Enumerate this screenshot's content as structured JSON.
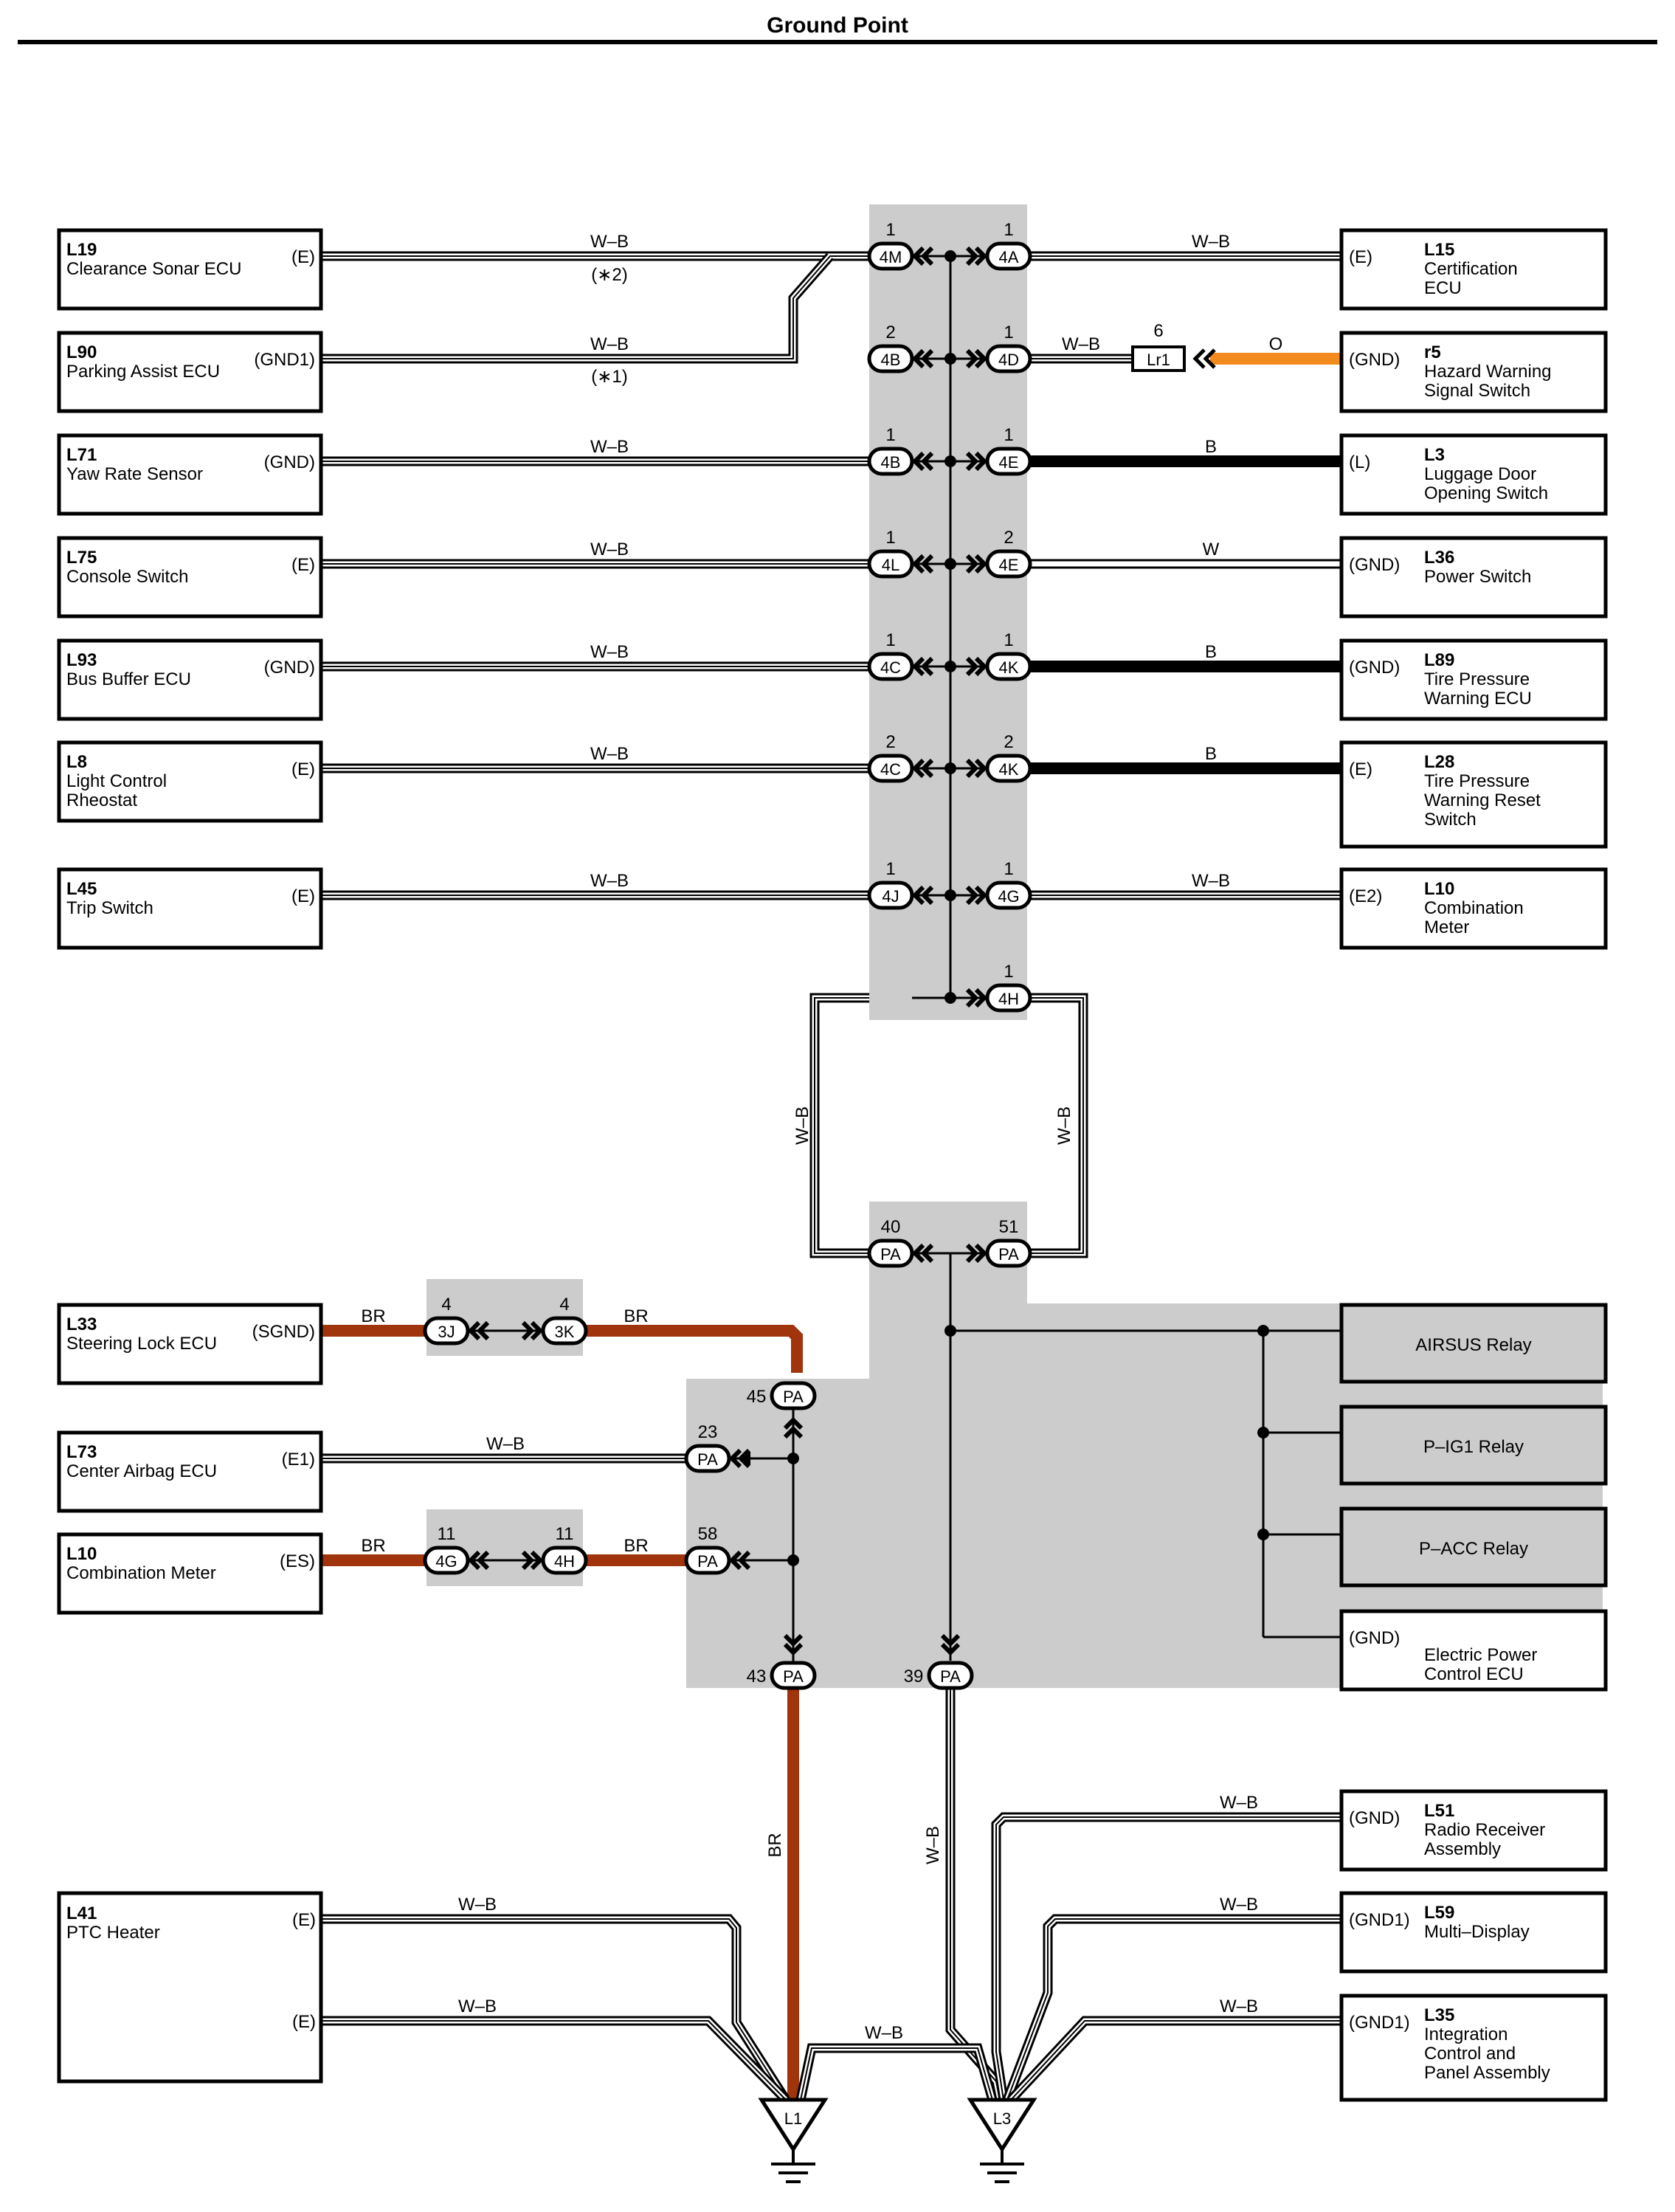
{
  "title": "Ground Point",
  "colors": {
    "wire_W_B": "#ffffff",
    "wire_W": "#ffffff",
    "wire_B": "#000000",
    "wire_BR": "#a0340c",
    "wire_O": "#f28a1e",
    "junction_block": "#cccccc",
    "outline": "#000000"
  },
  "left_components": [
    {
      "code": "L19",
      "name": [
        "Clearance Sonar ECU"
      ],
      "terminal": "(E)",
      "wire": "W–B"
    },
    {
      "code": "L90",
      "name": [
        "Parking Assist ECU"
      ],
      "terminal": "(GND1)",
      "wire": "W–B"
    },
    {
      "code": "L71",
      "name": [
        "Yaw Rate Sensor"
      ],
      "terminal": "(GND)",
      "wire": "W–B"
    },
    {
      "code": "L75",
      "name": [
        "Console Switch"
      ],
      "terminal": "(E)",
      "wire": "W–B"
    },
    {
      "code": "L93",
      "name": [
        "Bus Buffer ECU"
      ],
      "terminal": "(GND)",
      "wire": "W–B"
    },
    {
      "code": "L8",
      "name": [
        "Light Control",
        "Rheostat"
      ],
      "terminal": "(E)",
      "wire": "W–B"
    },
    {
      "code": "L45",
      "name": [
        "Trip Switch"
      ],
      "terminal": "(E)",
      "wire": "W–B"
    },
    {
      "code": "L33",
      "name": [
        "Steering Lock ECU"
      ],
      "terminal": "(SGND)",
      "wire": "BR"
    },
    {
      "code": "L73",
      "name": [
        "Center Airbag ECU"
      ],
      "terminal": "(E1)",
      "wire": "W–B"
    },
    {
      "code": "L10",
      "name": [
        "Combination Meter"
      ],
      "terminal": "(ES)",
      "wire": "BR"
    },
    {
      "code": "L41",
      "name": [
        "PTC Heater"
      ],
      "terminals": [
        "(E)",
        "(E)"
      ],
      "wire": "W–B"
    }
  ],
  "notes": [
    "(∗2)",
    "(∗1)"
  ],
  "right_components": [
    {
      "code": "L15",
      "name": [
        "Certification",
        "ECU"
      ],
      "terminal": "(E)",
      "wire": "W–B"
    },
    {
      "code": "r5",
      "name": [
        "Hazard Warning",
        "Signal Switch"
      ],
      "terminal": "(GND)",
      "wire": "O"
    },
    {
      "code": "L3",
      "name": [
        "Luggage Door",
        "Opening Switch"
      ],
      "terminal": "(L)",
      "wire": "B"
    },
    {
      "code": "L36",
      "name": [
        "Power Switch"
      ],
      "terminal": "(GND)",
      "wire": "W"
    },
    {
      "code": "L89",
      "name": [
        "Tire Pressure",
        "Warning ECU"
      ],
      "terminal": "(GND)",
      "wire": "B"
    },
    {
      "code": "L28",
      "name": [
        "Tire Pressure",
        "Warning Reset",
        "Switch"
      ],
      "terminal": "(E)",
      "wire": "B"
    },
    {
      "code": "L10",
      "name": [
        "Combination",
        "Meter"
      ],
      "terminal": "(E2)",
      "wire": "W–B"
    },
    {
      "code": "L51",
      "name": [
        "Radio Receiver",
        "Assembly"
      ],
      "terminal": "(GND)",
      "wire": "W–B"
    },
    {
      "code": "L59",
      "name": [
        "Multi–Display"
      ],
      "terminal": "(GND1)",
      "wire": "W–B"
    },
    {
      "code": "L35",
      "name": [
        "Integration",
        "Control and",
        "Panel Assembly"
      ],
      "terminal": "(GND1)",
      "wire": "W–B"
    }
  ],
  "relays": [
    "AIRSUS Relay",
    "P–IG1 Relay",
    "P–ACC Relay"
  ],
  "epc": {
    "terminal": "(GND)",
    "name": [
      "Electric Power",
      "Control ECU"
    ]
  },
  "junction_connectors": {
    "left": [
      {
        "id": "4M",
        "pin": "1"
      },
      {
        "id": "4B",
        "pin": "2"
      },
      {
        "id": "4B",
        "pin": "1"
      },
      {
        "id": "4L",
        "pin": "1"
      },
      {
        "id": "4C",
        "pin": "1"
      },
      {
        "id": "4C",
        "pin": "2"
      },
      {
        "id": "4J",
        "pin": "1"
      }
    ],
    "right": [
      {
        "id": "4A",
        "pin": "1"
      },
      {
        "id": "4D",
        "pin": "1"
      },
      {
        "id": "4E",
        "pin": "1"
      },
      {
        "id": "4E",
        "pin": "2"
      },
      {
        "id": "4K",
        "pin": "1"
      },
      {
        "id": "4K",
        "pin": "2"
      },
      {
        "id": "4G",
        "pin": "1"
      },
      {
        "id": "4H",
        "pin": "1"
      }
    ],
    "pa": [
      {
        "id": "PA",
        "pin": "40"
      },
      {
        "id": "PA",
        "pin": "51"
      },
      {
        "id": "PA",
        "pin": "45"
      },
      {
        "id": "PA",
        "pin": "23"
      },
      {
        "id": "PA",
        "pin": "58"
      },
      {
        "id": "PA",
        "pin": "43"
      },
      {
        "id": "PA",
        "pin": "39"
      }
    ],
    "small": [
      {
        "id": "3J",
        "pin": "4"
      },
      {
        "id": "3K",
        "pin": "4"
      },
      {
        "id": "4G",
        "pin": "11"
      },
      {
        "id": "4H",
        "pin": "11"
      }
    ]
  },
  "connector_lr1": {
    "id": "Lr1",
    "pin": "6",
    "wire_left": "W–B"
  },
  "vertical_labels": {
    "loop_left": "W–B",
    "loop_right": "W–B",
    "l1_br": "BR",
    "l3_wb": "W–B",
    "l1_l3": "W–B"
  },
  "ground_points": [
    "L1",
    "L3"
  ]
}
